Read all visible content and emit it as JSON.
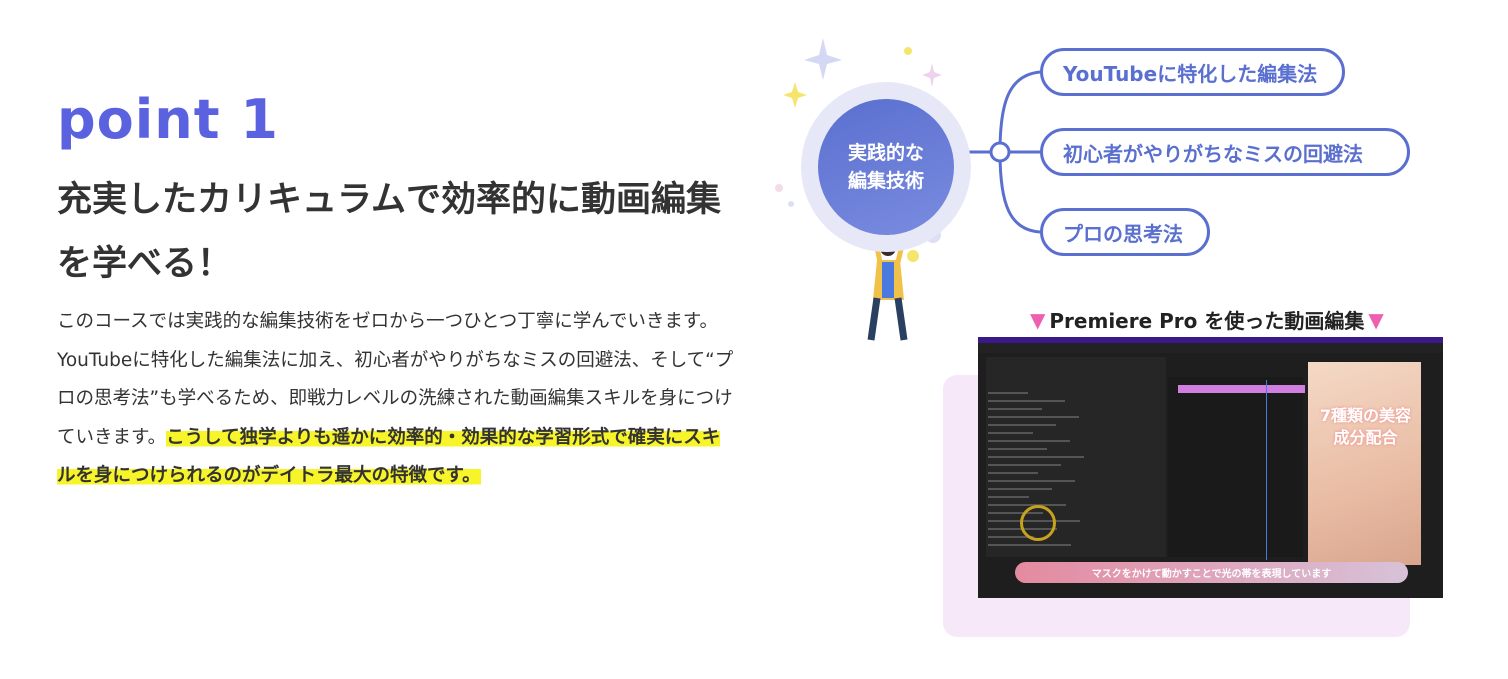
{
  "section": {
    "point_label": "point 1",
    "heading": "充実したカリキュラムで効率的に動画編集を学べる！",
    "body_plain": "このコースでは実践的な編集技術をゼロから一つひとつ丁寧に学んでいきます。YouTubeに特化した編集法に加え、初心者がやりがちなミスの回避法、そして“プロの思考法”も学べるため、即戦力レベルの洗練された動画編集スキルを身につけていきます。",
    "body_highlight": "こうして独学よりも遥かに効率的・効果的な学習形式で確実にスキルを身につけられるのがデイトラ最大の特徴です。"
  },
  "mindmap": {
    "center": "実践的な編集技術",
    "branches": [
      "YouTubeに特化した編集法",
      "初心者がやりがちなミスの回避法",
      "プロの思考法"
    ]
  },
  "video": {
    "caption": "Premiere Pro を使った動画編集",
    "preview_text": "7種類の美容成分配合",
    "subtitle": "マスクをかけて動かすことで光の帯を表現しています"
  },
  "colors": {
    "accent": "#5a62e0",
    "branch": "#5a6fcf",
    "highlight": "#f7f52a",
    "triangle": "#ee5fb0"
  }
}
